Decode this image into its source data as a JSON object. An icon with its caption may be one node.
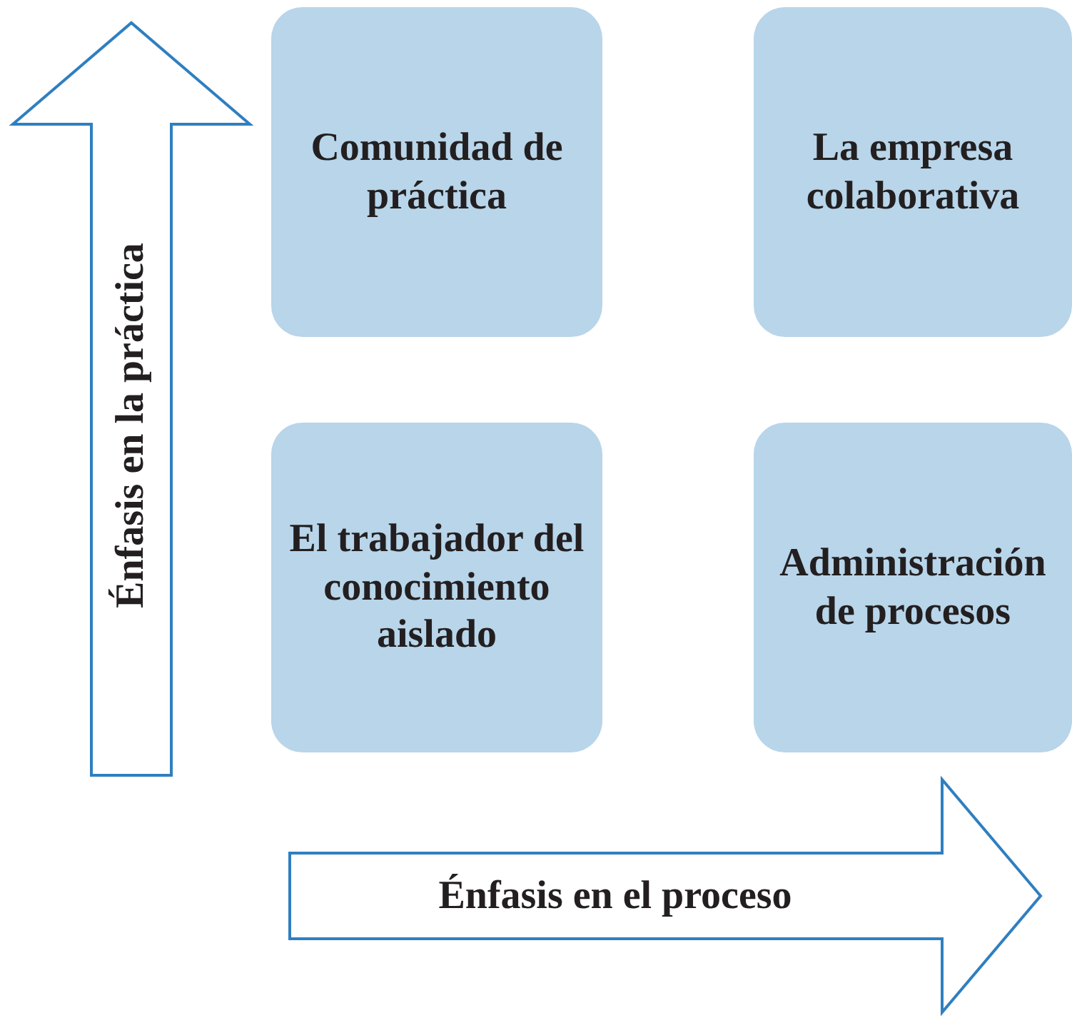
{
  "diagram": {
    "nodes": [
      {
        "text": [
          "Énfasis en la práctica"
        ]
      },
      {
        "text": [
          "Comunidad de práctica"
        ]
      },
      {
        "text": [
          "La empresa colaborativa"
        ]
      },
      {
        "text": [
          "El trabajador del conocimiento aislado"
        ]
      },
      {
        "text": [
          "Administración de procesos"
        ]
      },
      {
        "text": [
          "Énfasis en el proceso"
        ]
      }
    ]
  }
}
